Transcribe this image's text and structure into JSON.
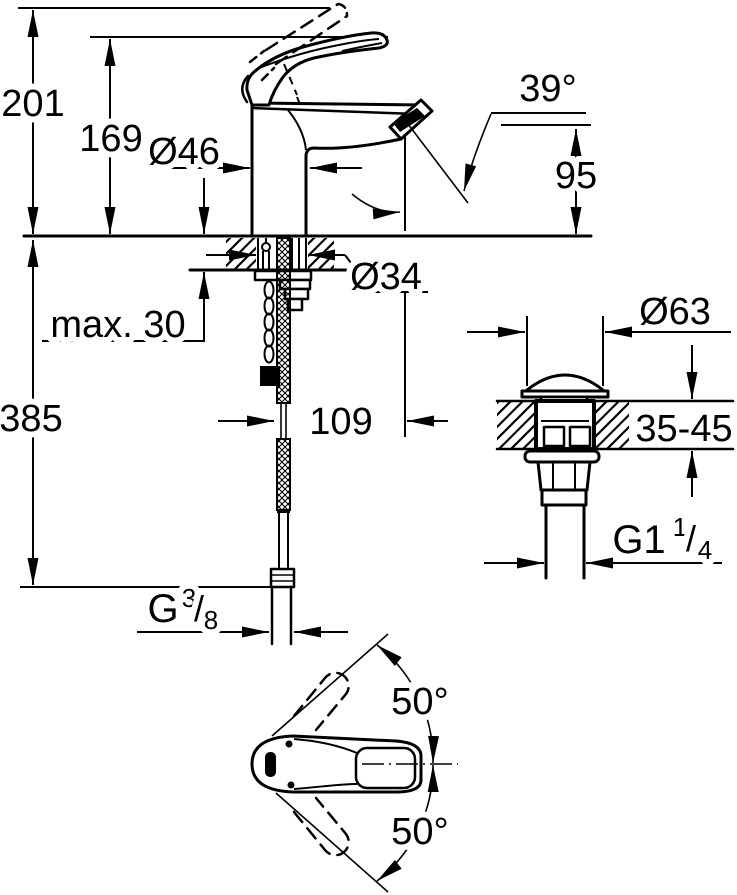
{
  "page": {
    "background": "#ffffff",
    "line_color": "#000000"
  },
  "side_view": {
    "total_height": "201",
    "height_to_lever": "169",
    "body_diameter": "Ø46",
    "spout_angle": "39°",
    "spout_outlet_height": "95",
    "mounting_hole_diameter": "Ø34",
    "max_deck_thickness": "max. 30",
    "hose_length": "385",
    "spout_reach": "109",
    "supply_thread": {
      "base": "G",
      "numerator": "3",
      "slash": "/",
      "denominator": "8"
    }
  },
  "drain_detail": {
    "cap_diameter": "Ø63",
    "deck_thickness_range": "35-45",
    "thread": {
      "base": "G1",
      "numerator": "1",
      "slash": "/",
      "denominator": "4"
    }
  },
  "top_view": {
    "handle_swing_upper": "50°",
    "handle_swing_lower": "50°"
  }
}
